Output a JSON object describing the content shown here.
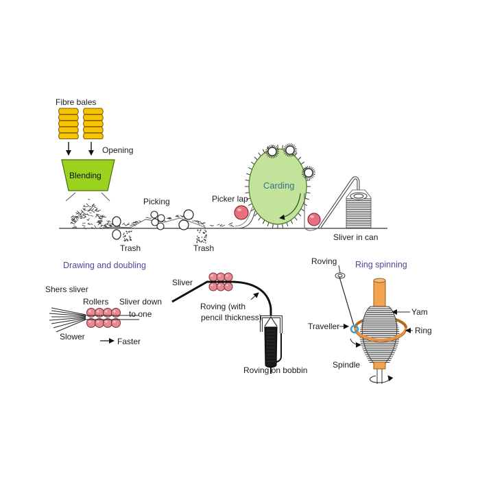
{
  "diagram": {
    "subject": "Cotton spinning process",
    "colors": {
      "bale_fill": "#f6c400",
      "bale_stroke": "#7a5a00",
      "hopper_fill": "#9ad21e",
      "carding_fill": "#c4e39a",
      "roller_fill": "#e58a93",
      "spindle_fill": "#f1a350",
      "traveller": "#3aa0c8",
      "title_text": "#4a4a9a",
      "carding_text": "#3c6e8c"
    },
    "stages": {
      "opening": {
        "bales_label": "Fibre bales",
        "opening_label": "Opening",
        "blending_label": "Blending"
      },
      "picking": {
        "picking_label": "Picking",
        "trash_label_1": "Trash",
        "trash_label_2": "Trash"
      },
      "carding": {
        "picker_lap_label": "Picker lap",
        "carding_label": "Carding",
        "sliver_can_label": "Sliver in can"
      },
      "drawing": {
        "title": "Drawing and doubling",
        "shers_label": "Shers sliver",
        "rollers_label": "Rollers",
        "sliver_down_label": "Sliver down",
        "to_one_label": "to one",
        "slower_label": "Slower",
        "faster_label": "Faster"
      },
      "roving": {
        "sliver_label": "Sliver",
        "roving_with_label": "Roving (with",
        "pencil_label": "pencil thickness)",
        "bobbin_label": "Roving on bobbin"
      },
      "ring": {
        "title": "Ring spinning",
        "roving_label": "Roving",
        "yarn_label": "Yam",
        "traveller_label": "Traveller",
        "ring_label": "Ring",
        "spindle_label": "Spindle"
      }
    }
  }
}
